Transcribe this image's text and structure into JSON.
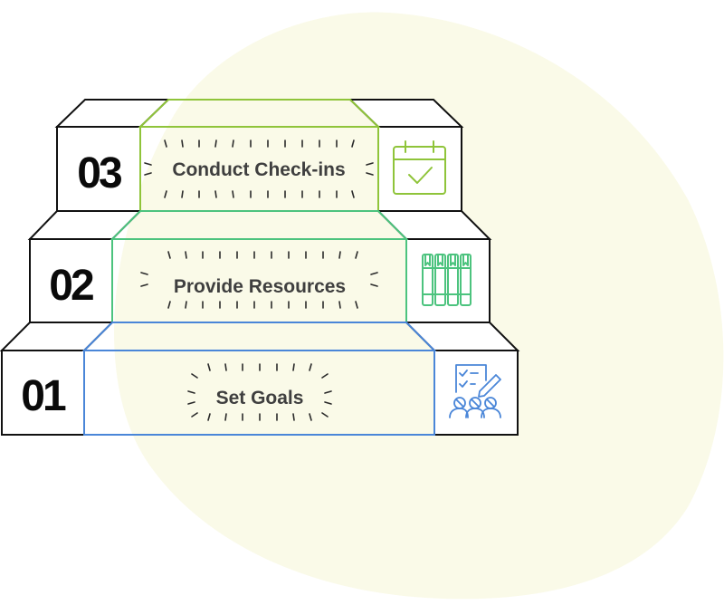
{
  "colors": {
    "blob": "#fafae8",
    "outline": "#111111",
    "step_1": "#4a86d8",
    "step_2": "#4cc37e",
    "step_3": "#8fc43a"
  },
  "steps": [
    {
      "number": "01",
      "label": "Set Goals",
      "icon": "goal-planning-icon"
    },
    {
      "number": "02",
      "label": "Provide Resources",
      "icon": "books-icon"
    },
    {
      "number": "03",
      "label": "Conduct Check-ins",
      "icon": "calendar-check-icon"
    }
  ]
}
